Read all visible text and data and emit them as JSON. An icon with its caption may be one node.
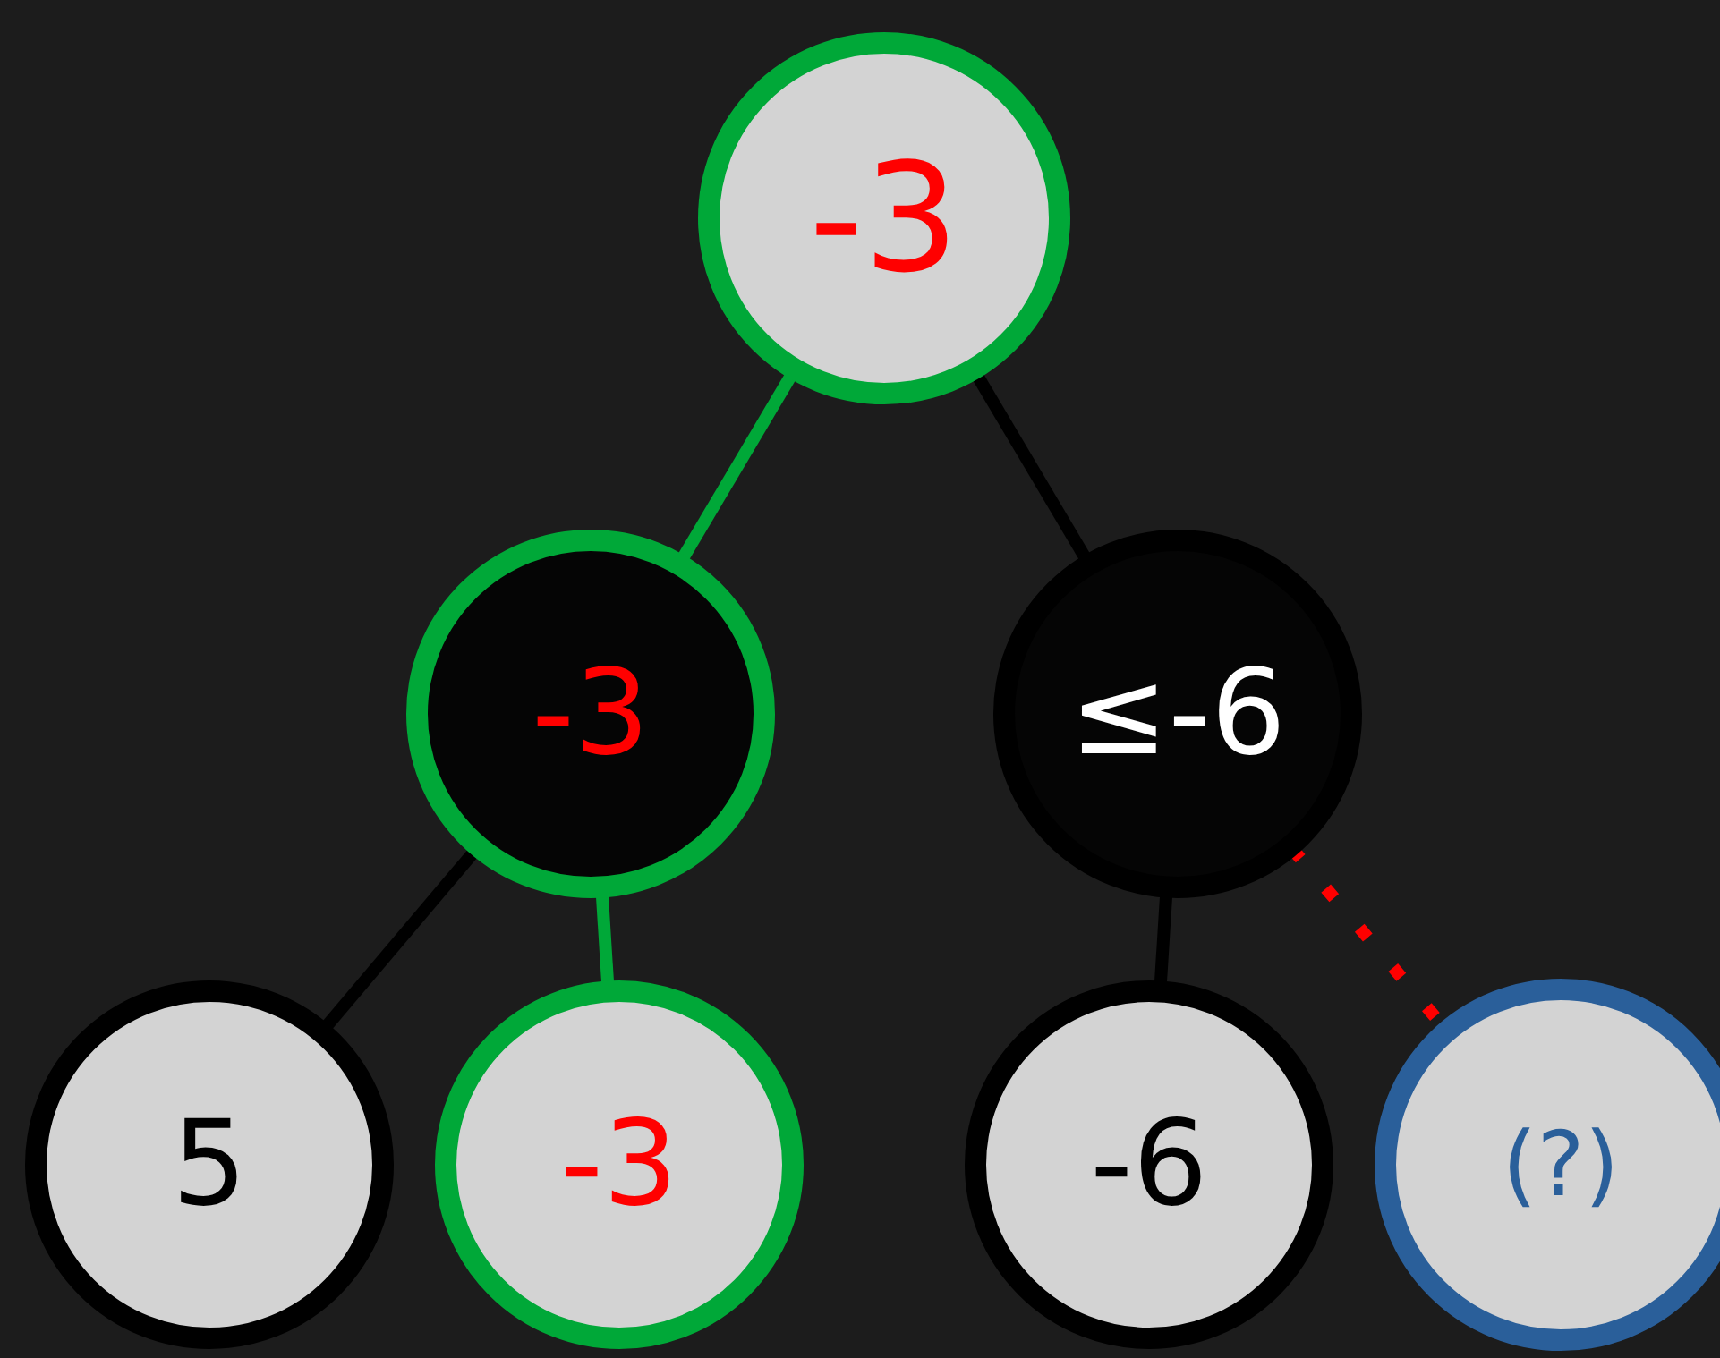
{
  "diagram": {
    "nodes": [
      {
        "text": [
          "-3"
        ]
      },
      {
        "text": [
          "-3"
        ]
      },
      {
        "text": [
          "≤-6"
        ]
      },
      {
        "text": [
          "5"
        ]
      },
      {
        "text": [
          "-3"
        ]
      },
      {
        "text": [
          "-6"
        ]
      },
      {
        "text": [
          "(?)"
        ]
      }
    ],
    "edges": [
      {
        "from": 0,
        "to": 1,
        "arrow": "none",
        "color": "#00a838"
      },
      {
        "from": 0,
        "to": 2,
        "arrow": "none"
      },
      {
        "from": 1,
        "to": 3,
        "arrow": "none"
      },
      {
        "from": 1,
        "to": 4,
        "arrow": "none",
        "color": "#00a838"
      },
      {
        "from": 2,
        "to": 5,
        "arrow": "none"
      },
      {
        "from": 2,
        "to": 6,
        "arrow": "none",
        "style": "dashed",
        "color": "#ff0000"
      }
    ]
  }
}
